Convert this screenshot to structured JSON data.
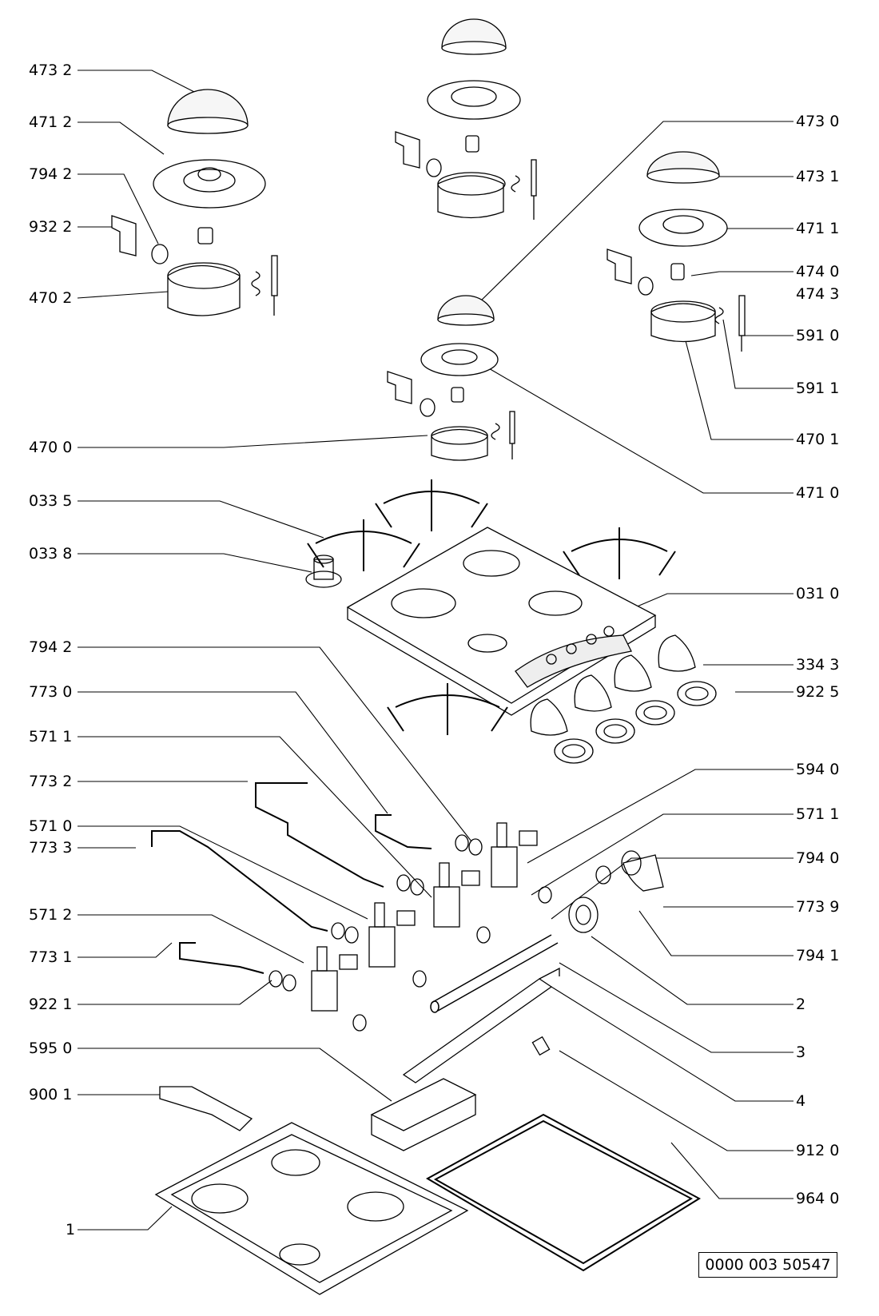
{
  "labels": {
    "left": [
      {
        "text": "473 2"
      },
      {
        "text": "471 2"
      },
      {
        "text": "794 2"
      },
      {
        "text": "932 2"
      },
      {
        "text": "470 2"
      },
      {
        "text": "470 0"
      },
      {
        "text": "033 5"
      },
      {
        "text": "033 8"
      },
      {
        "text": "794 2"
      },
      {
        "text": "773 0"
      },
      {
        "text": "571 1"
      },
      {
        "text": "773 2"
      },
      {
        "text": "571 0"
      },
      {
        "text": "773 3"
      },
      {
        "text": "571 2"
      },
      {
        "text": "773 1"
      },
      {
        "text": "922 1"
      },
      {
        "text": "595 0"
      },
      {
        "text": "900 1"
      },
      {
        "text": "1"
      }
    ],
    "right": [
      {
        "text": "473 0"
      },
      {
        "text": "473 1"
      },
      {
        "text": "471 1"
      },
      {
        "text": "474 0"
      },
      {
        "text": "474 3"
      },
      {
        "text": "591 0"
      },
      {
        "text": "591 1"
      },
      {
        "text": "470 1"
      },
      {
        "text": "471 0"
      },
      {
        "text": "031 0"
      },
      {
        "text": "334 3"
      },
      {
        "text": "922 5"
      },
      {
        "text": "594 0"
      },
      {
        "text": "571 1"
      },
      {
        "text": "794 0"
      },
      {
        "text": "773 9"
      },
      {
        "text": "794 1"
      },
      {
        "text": "2"
      },
      {
        "text": "3"
      },
      {
        "text": "4"
      },
      {
        "text": "912 0"
      },
      {
        "text": "964 0"
      }
    ]
  },
  "reference": "0000 003 50547"
}
